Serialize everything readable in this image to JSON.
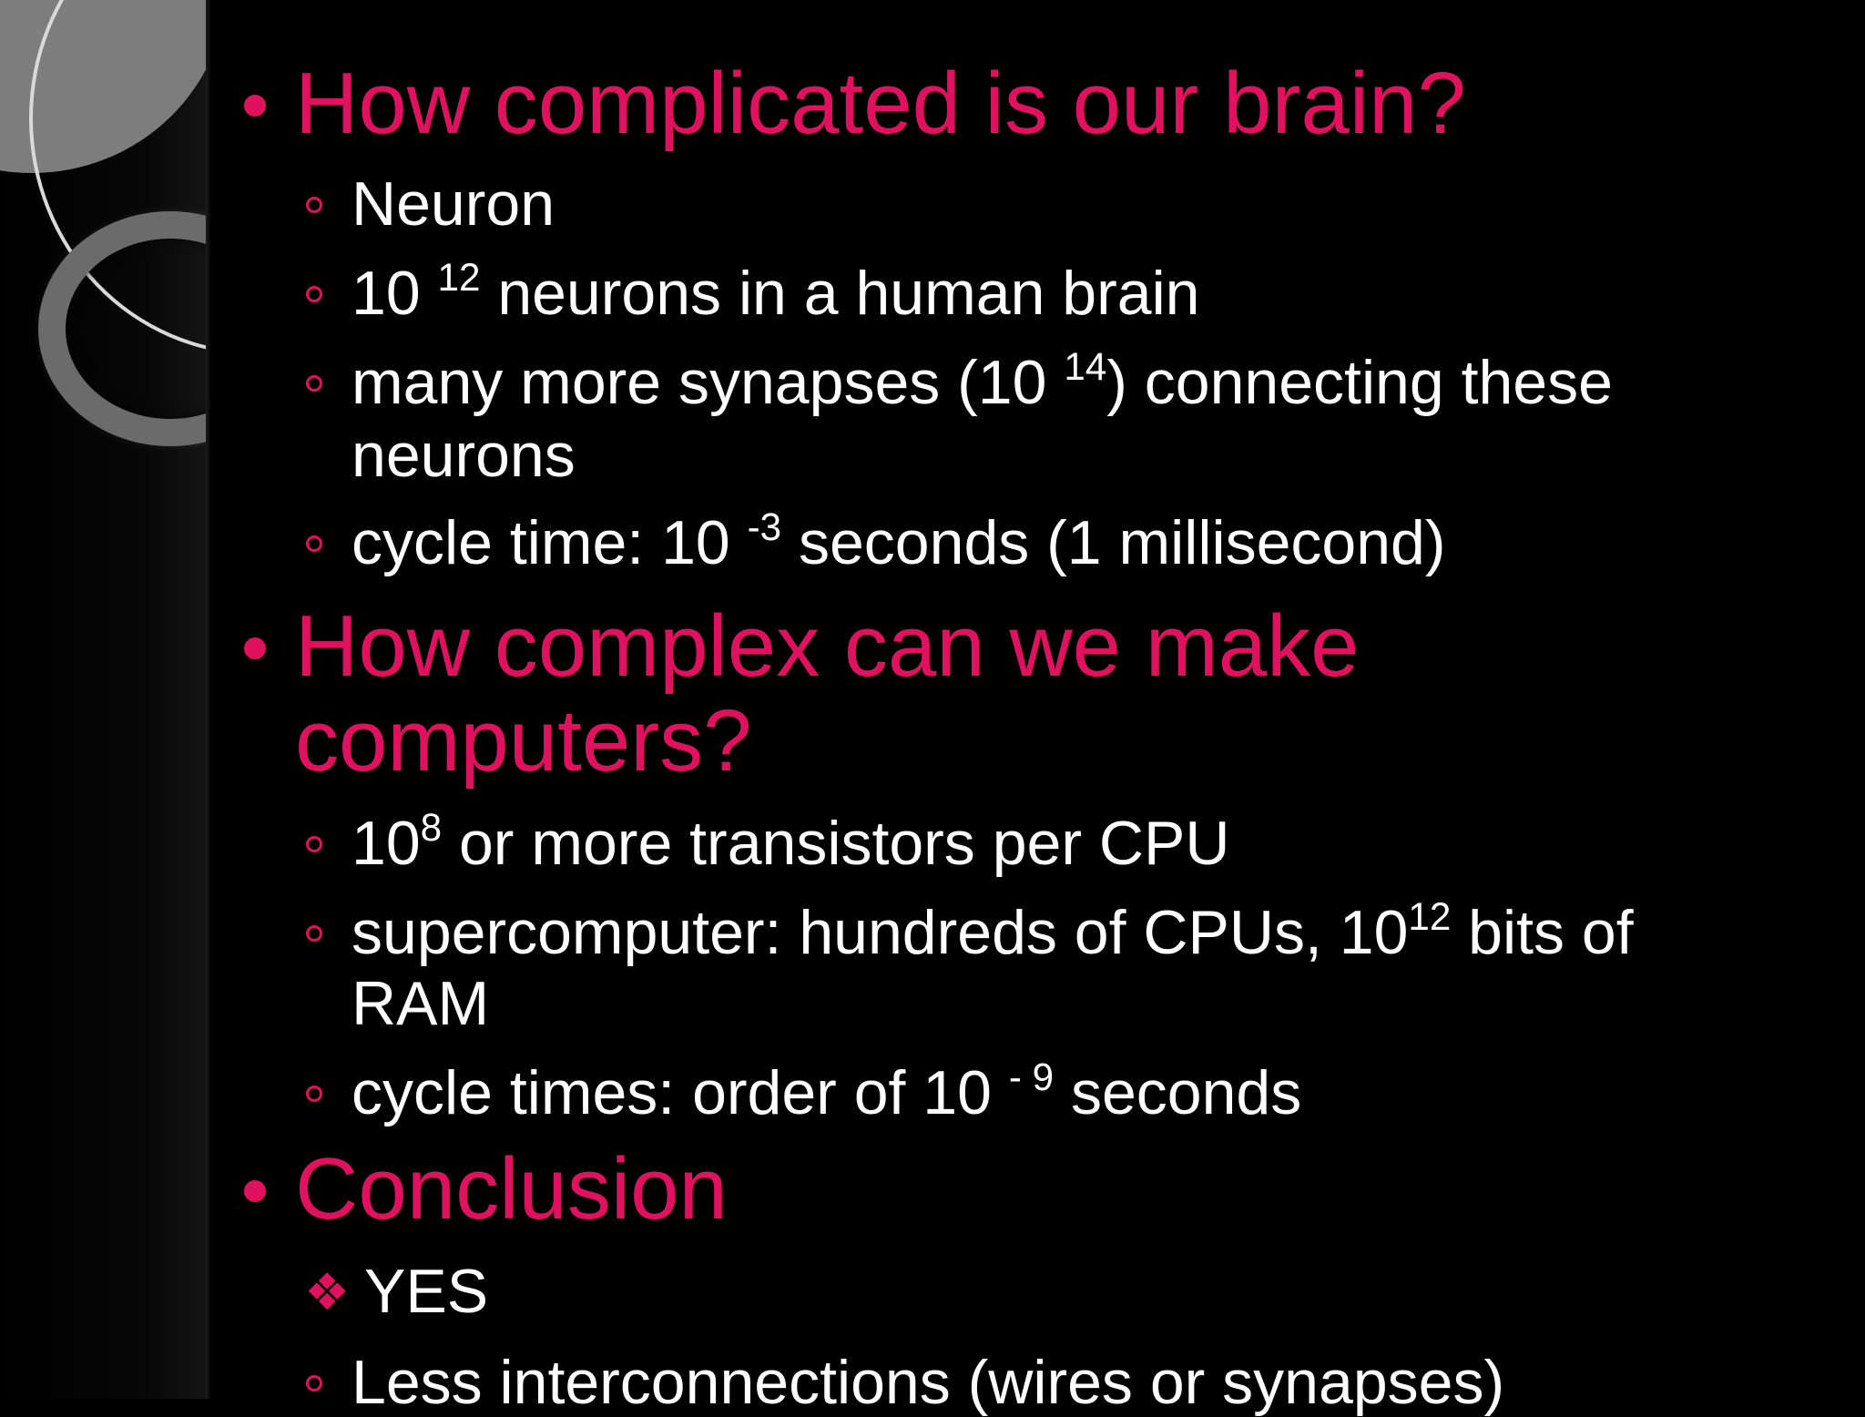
{
  "slide": {
    "heading1": "How complicated is our brain?",
    "b1": "Neuron",
    "b2": {
      "pre": "10 ",
      "sup": "12",
      "post": " neurons in a human brain"
    },
    "b3": {
      "pre": "many more synapses (10 ",
      "sup": "14",
      "post": ") connecting these",
      "cont": "neurons"
    },
    "b4": {
      "pre": "cycle time: 10 ",
      "sup": "-3",
      "post": " seconds (1 millisecond)"
    },
    "heading2": {
      "line1": "How complex can we make",
      "line2": "computers?"
    },
    "c1": {
      "pre": "10",
      "sup": "8",
      "post": " or more transistors per CPU"
    },
    "c2": {
      "pre": "supercomputer: hundreds of CPUs, 10",
      "sup": "12",
      "post": " bits of",
      "cont": "RAM"
    },
    "c3": {
      "pre": "cycle times: order of 10 ",
      "sup": "- 9",
      "post": " seconds"
    },
    "heading3": "Conclusion",
    "d1": "YES",
    "d2": "Less interconnections (wires or synapses)"
  },
  "colors": {
    "accent": "#e0115f",
    "text": "#ffffff",
    "background": "#000000"
  }
}
